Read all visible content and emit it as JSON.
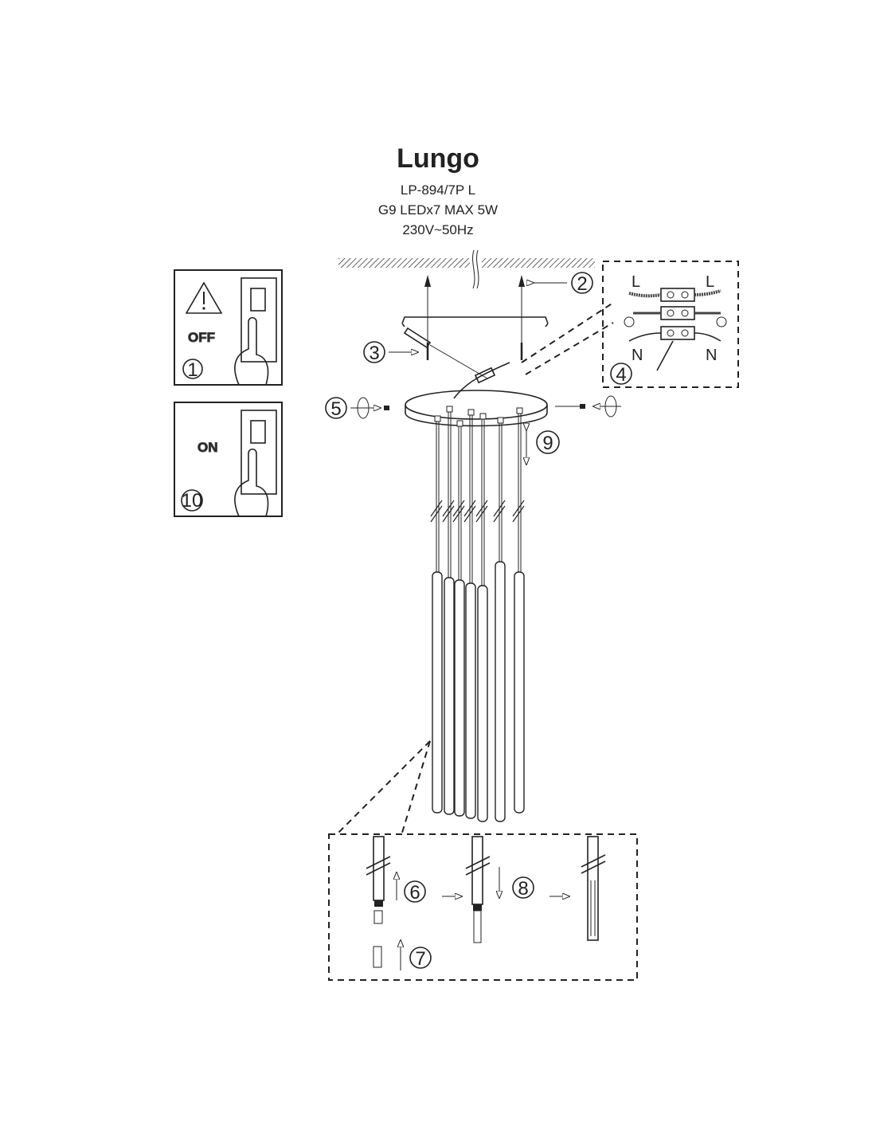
{
  "title": "Lungo",
  "specs": [
    "LP-894/7P L",
    "G9 LEDx7 MAX 5W",
    "230V~50Hz"
  ],
  "switch_panels": {
    "off_label": "OFF",
    "on_label": "ON"
  },
  "wiring": {
    "live_left": "L",
    "live_right": "L",
    "neutral_left": "N",
    "neutral_right": "N"
  },
  "steps": [
    "1",
    "2",
    "3",
    "4",
    "5",
    "6",
    "7",
    "8",
    "9",
    "10"
  ]
}
